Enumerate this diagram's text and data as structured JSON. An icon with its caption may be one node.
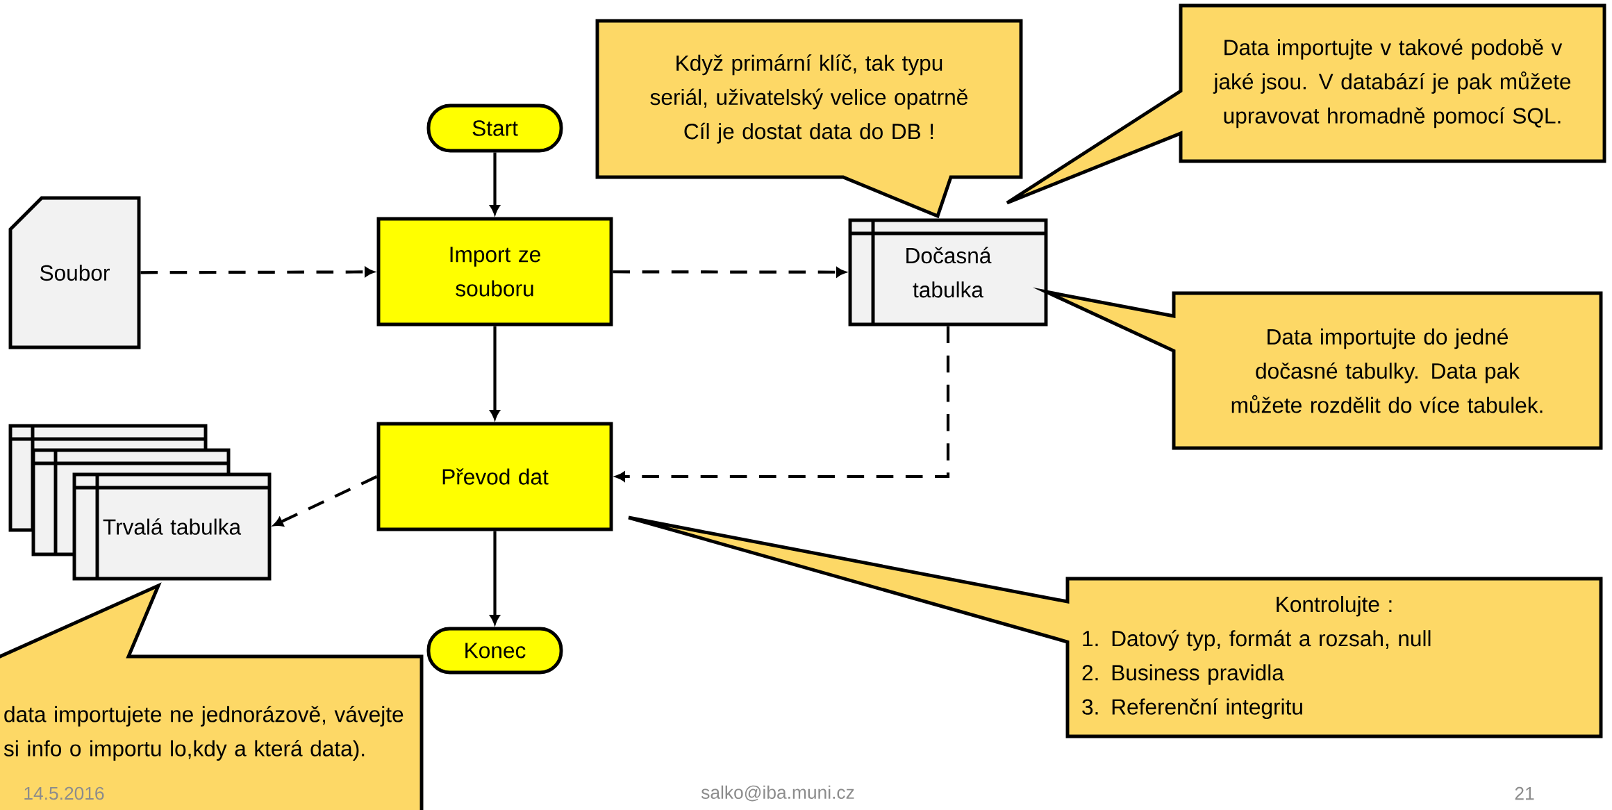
{
  "diagram": {
    "nodes": [
      {
        "text": [
          "Start"
        ]
      },
      {
        "text": [
          "Soubor"
        ]
      },
      {
        "text": [
          "Import ze souboru"
        ]
      },
      {
        "text": [
          "Dočasná tabulka"
        ]
      },
      {
        "text": [
          "Převod dat"
        ]
      },
      {
        "text": [
          "Trvalá tabulka"
        ]
      },
      {
        "text": [
          "Konec"
        ]
      },
      {
        "text": [
          "Když primární klíč, tak typu seriál, uživatelský velice opatrně Cíl je dostat data do DB !"
        ]
      },
      {
        "text": [
          "Data importujte v takové podobě v jaké jsou. V databází je pak můžete upravovat hromadně pomocí SQL."
        ]
      },
      {
        "text": [
          "Data importujte do jedné dočasné tabulky. Data pak můžete rozdělit do více tabulek."
        ]
      },
      {
        "text": [
          "Kontrolujte :",
          "1.   Datový typ, formát a rozsah, null",
          "2.   Business pravidla",
          "3.   Referenční integritu"
        ]
      },
      {
        "text": [
          "data importujete ne jednorázově, vávejte si info o importu lo,kdy a která data)."
        ]
      }
    ],
    "edges": [
      {
        "from": 0,
        "to": 2,
        "arrow": "to"
      },
      {
        "from": 1,
        "to": 2,
        "arrow": "to",
        "style": "dashed"
      },
      {
        "from": 2,
        "to": 3,
        "arrow": "to",
        "style": "dashed"
      },
      {
        "from": 2,
        "to": 4,
        "arrow": "to"
      },
      {
        "from": 3,
        "to": 4,
        "arrow": "to",
        "style": "dashed"
      },
      {
        "from": 4,
        "to": 5,
        "arrow": "to",
        "style": "dashed"
      },
      {
        "from": 4,
        "to": 6,
        "arrow": "to"
      }
    ],
    "labels": [
      "14.5.2016",
      "salko@iba.muni.cz",
      "21"
    ]
  }
}
